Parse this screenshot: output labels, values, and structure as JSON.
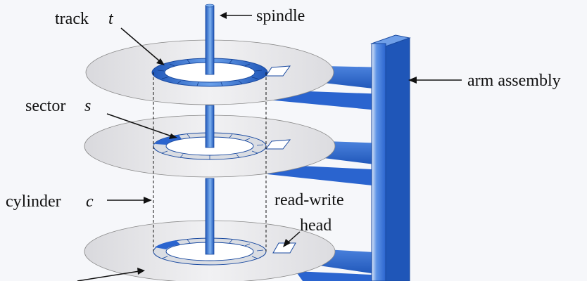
{
  "diagram": {
    "labels": {
      "track": "track",
      "track_var": "t",
      "spindle": "spindle",
      "arm_assembly": "arm assembly",
      "sector": "sector",
      "sector_var": "s",
      "cylinder": "cylinder",
      "cylinder_var": "c",
      "read_write_line1": "read-write",
      "read_write_line2": "head"
    },
    "colors": {
      "background": "#f6f7fa",
      "platter": "#e6e6e9",
      "track_blue": "#2f6fd1",
      "arm_blue": "#2a64cf",
      "spindle_blue": "#2f6fd1",
      "text": "#111111"
    },
    "platter_count_visible": 3
  }
}
